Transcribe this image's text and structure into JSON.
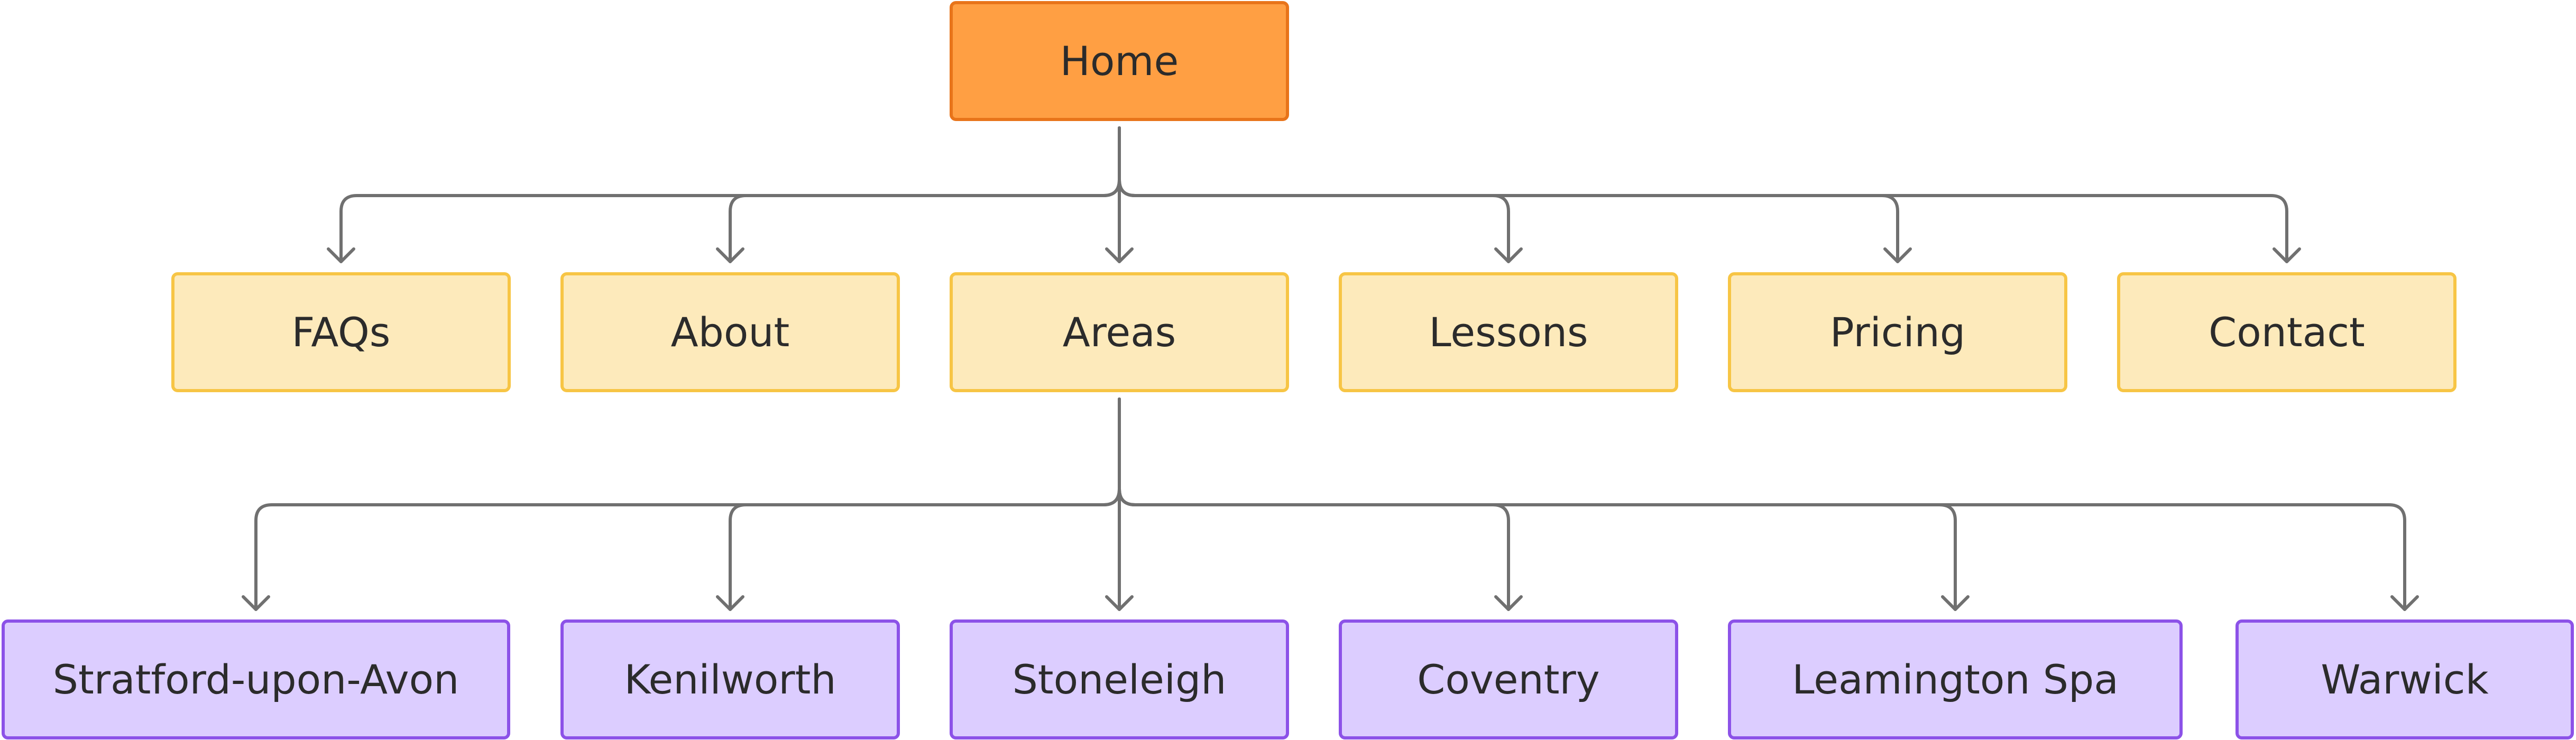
{
  "diagram": {
    "root": {
      "label": "Home"
    },
    "sections": [
      {
        "label": "FAQs"
      },
      {
        "label": "About"
      },
      {
        "label": "Areas"
      },
      {
        "label": "Lessons"
      },
      {
        "label": "Pricing"
      },
      {
        "label": "Contact"
      }
    ],
    "areas": [
      {
        "label": "Stratford-upon-Avon"
      },
      {
        "label": "Kenilworth"
      },
      {
        "label": "Stoneleigh"
      },
      {
        "label": "Coventry"
      },
      {
        "label": "Leamington Spa"
      },
      {
        "label": "Warwick"
      }
    ],
    "colors": {
      "root_fill": "#ff9f43",
      "root_border": "#e8741a",
      "section_fill": "#fdeabb",
      "section_border": "#f7c545",
      "area_fill": "#dccdff",
      "area_border": "#8c52e8",
      "connector": "#707070"
    }
  }
}
